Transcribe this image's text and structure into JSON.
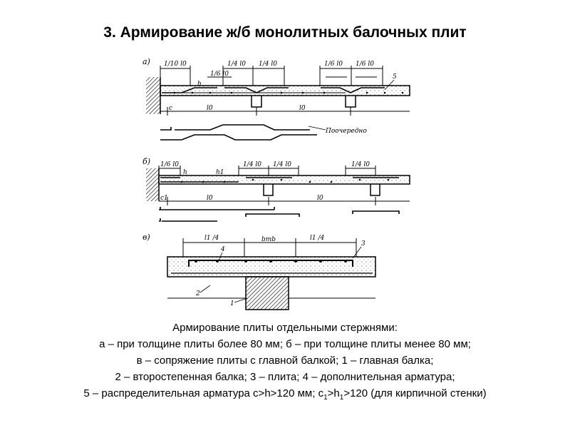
{
  "title": "3. Армирование ж/б монолитных балочных плит",
  "figure": {
    "sections": {
      "a": "а)",
      "b": "б)",
      "v": "в)"
    },
    "dims": {
      "a_left": "1/10 l0",
      "a_quarter": "1/4 l0",
      "a_sixth": "1/6 l0",
      "b_sixth": "1/6 l0",
      "b_quarter": "1/4 l0",
      "v_left": "l1 /4",
      "v_mid": "bmb",
      "v_right": "l1 /4",
      "h": "h",
      "h1": "h1",
      "c": "c",
      "c1": "c1",
      "l0": "l0"
    },
    "note": "Поочередно",
    "markers": {
      "m1": "1",
      "m2": "2",
      "m3": "3",
      "m4": "4",
      "m5": "5"
    }
  },
  "caption": {
    "line1": "Армирование плиты отдельными стержнями:",
    "line2": "а – при толщине плиты более 80 мм; б – при толщине плиты менее 80 мм;",
    "line3": "в – сопряжение плиты с главной балкой; 1 – главная балка;",
    "line4": "2 – второстепенная балка; 3 – плита; 4 – дополнительная арматура;",
    "line5_pre": "5 – распределительная арматура c>h>120 мм; c",
    "line5_sub1": "1",
    "line5_mid": ">h",
    "line5_sub2": "1",
    "line5_post": ">120 (для кирпичной стенки)"
  }
}
